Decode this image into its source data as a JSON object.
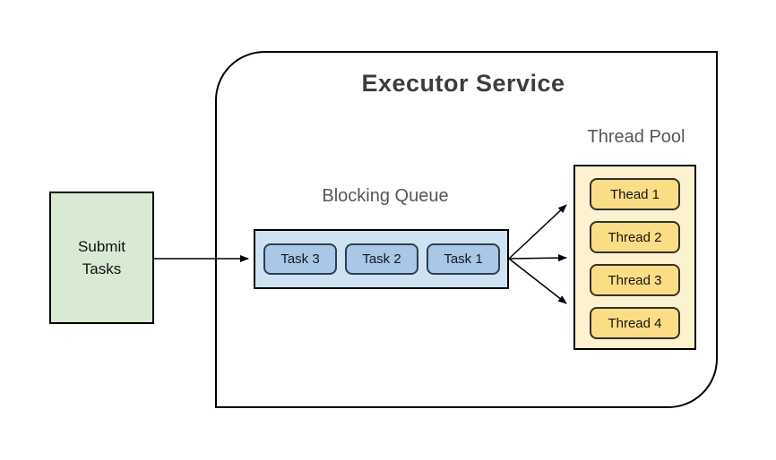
{
  "diagram": {
    "title": "Executor Service",
    "submit_box": {
      "lines": [
        "Submit",
        "Tasks"
      ]
    },
    "blocking_queue": {
      "label": "Blocking Queue",
      "tasks": [
        "Task 3",
        "Task 2",
        "Task 1"
      ]
    },
    "thread_pool": {
      "label": "Thread Pool",
      "threads": [
        "Thead 1",
        "Thread 2",
        "Thread 3",
        "Thread 4"
      ]
    },
    "colors": {
      "submit_fill": "#d9ead3",
      "queue_fill": "#cfe2f3",
      "task_fill": "#a9c7e6",
      "task_border": "#2e3e4e",
      "pool_fill": "#fdf2d0",
      "thread_fill": "#fbdd86",
      "title_color": "#3d3d3d",
      "section_label_color": "#575757",
      "line_color": "#000000"
    }
  }
}
